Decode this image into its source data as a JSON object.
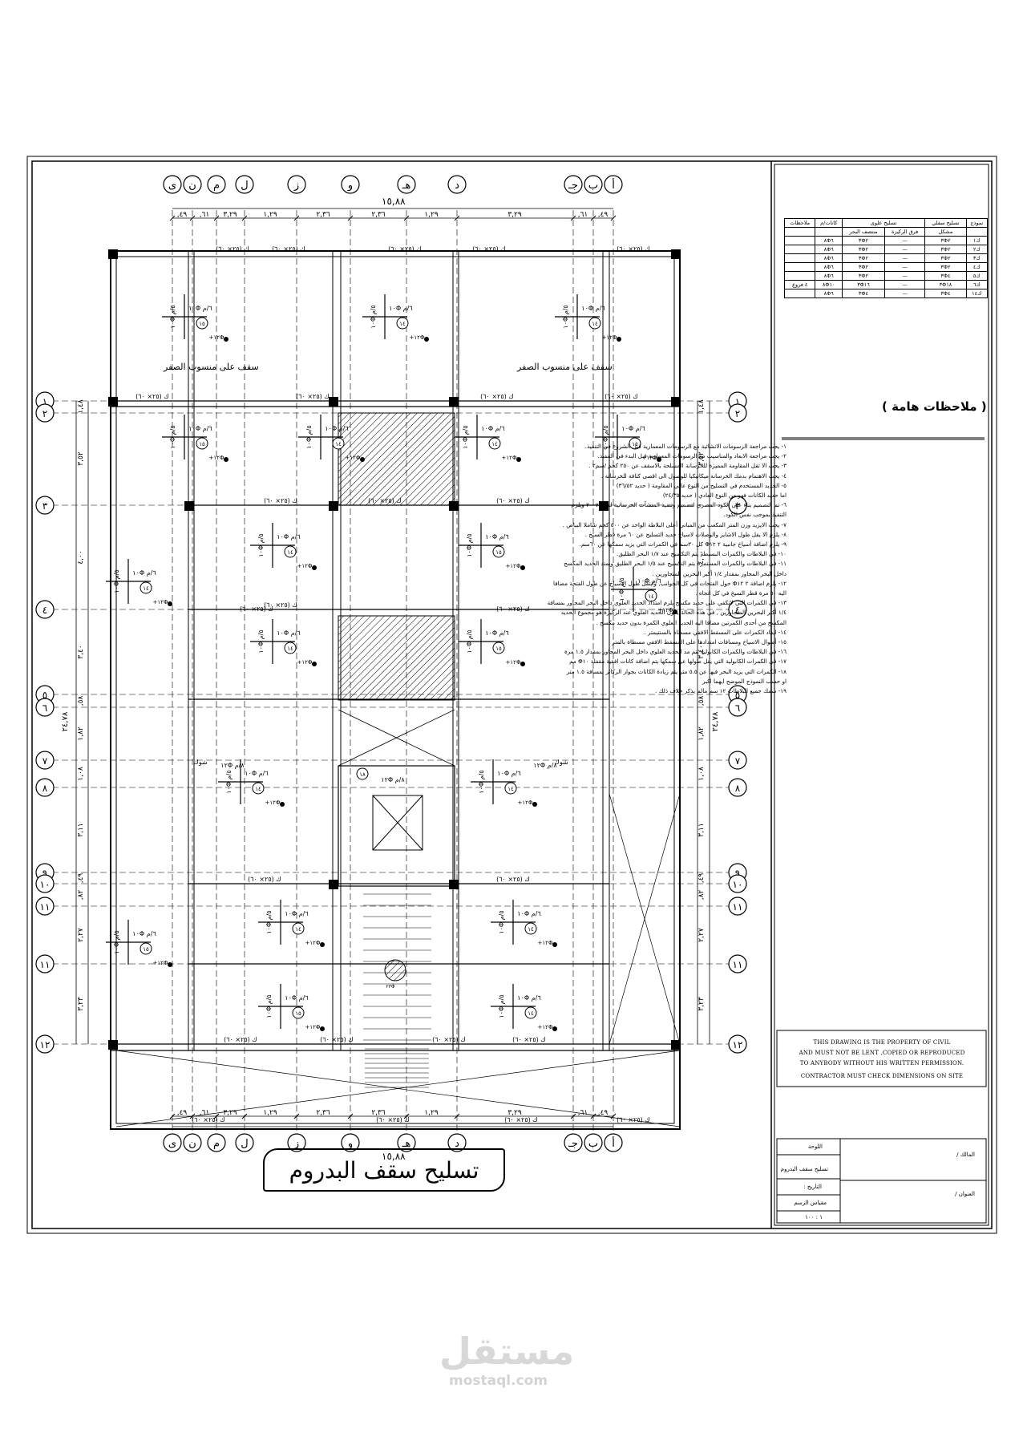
{
  "drawing": {
    "title": "تسليح سقف البدروم",
    "top_grid_letters": [
      "أ",
      "ب",
      "جـ",
      "د",
      "هـ",
      "و",
      "ز",
      "ل",
      "م",
      "ن",
      "ى"
    ],
    "overall_width": "١٥,٨٨",
    "bay_dims": [
      "٤٩,",
      "٦١,",
      "٣,٢٩",
      "١,٢٩",
      "٢,٣٦",
      "٢,٣٦",
      "١,٢٩",
      "٣,٢٩",
      "٦١,",
      "٤٩,"
    ],
    "row_axes": [
      "١",
      "٢",
      "٣",
      "٤",
      "٥",
      "٦",
      "٧",
      "٨",
      "٩",
      "١٠",
      "١١",
      "١١",
      "١٢"
    ],
    "row_dims": [
      "١,٤٨",
      "٣,٥٢",
      "٤,٠٠",
      "٣,٤٠",
      "٥٨,",
      "١,٨٢",
      "١,٠٨",
      "٣,١١",
      "٤٩,",
      "٨٢,",
      "٢,٢٧",
      "٣,٢٣"
    ],
    "overall_height": "٢٤,٧٨",
    "beam_label": "ك (٢٥× ٦٠)",
    "slab_label": "سقف على منسوب الصفر",
    "rebar_main": "٥/م ١٠Φ",
    "rebar_top": "٦/م ١٠Φ",
    "rebar_add": "١٢Φ+",
    "slab_no": "١٤",
    "slab_no_2": "١٥",
    "stair_label": "١٨",
    "stair_rebar": "٨/م ١٢Φ",
    "shok_label": "شوك",
    "extra_label": "٢٣Φ"
  },
  "schedule": {
    "headers": [
      "نموذج",
      "تسليح سفلي",
      "تسليح علوى",
      "ملاحظات"
    ],
    "sub_headers": [
      "مشكل",
      "فرق الركيزة",
      "منتصف البحر",
      "كانات/م"
    ],
    "rows": [
      [
        "ك١",
        "٣Φ٢",
        "—",
        "٣Φ٢",
        "٨Φ٦"
      ],
      [
        "ك٢",
        "٣Φ٢",
        "—",
        "٣Φ٢",
        "٨Φ٦"
      ],
      [
        "ك٣",
        "٣Φ٢",
        "—",
        "٣Φ٢",
        "٨Φ٦"
      ],
      [
        "ك٤",
        "٣Φ٢",
        "—",
        "٣Φ٢",
        "٨Φ٦"
      ],
      [
        "ك٥",
        "٣Φ٤",
        "—",
        "٣Φ٢",
        "٨Φ٦"
      ],
      [
        "ك٦",
        "٣Φ١٨",
        "—",
        "٣Φ١٦",
        "٨Φ١٠"
      ],
      [
        "ك١٤",
        "٣Φ٤",
        "—",
        "٣Φ٤",
        "٨Φ٦"
      ]
    ],
    "remark": "٤ فروع"
  },
  "notes": {
    "title": "( ملاحظات هامة )",
    "items": [
      "١- يجب مراجعة الرسومات الانشائية مع الرسومات المعمارية قبل الشروع في التنفيذ.",
      "٢- يجب مراجعة الابعاد والمناسيب مع الرسومات المعمارية قبل البدء في التنفيذ.",
      "٣- يجب الا تقل المقاومة المميزة للخرسانة المسلحة بالاسقف عن ٢٥٠ كجم /سم٢ .",
      "٤- يجب الاهتمام بدمك الخرسانة ميكانيكيا للوصول الى اقصى كثافة للخرسانة .",
      "٥- الحديد المستخدم في التسليح من النوع عالي المقاومة ( حديد ٣٦/٥٢)",
      "اما حديد الكانات فهو من النوع العادي ( حديد ٢٤/٣٥)",
      "٦- تم التصميم بناء على الكود المصري لتصميم وتنفيذ المنشآت الخرسانية لسنة ٢٠٠٧ ويلزم",
      "التنفيذ بموجب نفس الكود.",
      "٧- يجب الايزيد وزن المتر المكعب من المباني أعلى البلاطة الواحد عن ٥٠٠ كجم شاملا البياض .",
      "٨- يلزم الا يقل طول الاشاير والوصلات لاسياخ حديد التسليح عن ٦٠ مرة قطر السيخ .",
      "٩- يلزم اضافة أسياخ جانبية ٢ Φ١٢ كل ٣٠سم في الكمرات التي يزيد سمكها عن ٦٠سم.",
      "١٠- في البلاطات والكمرات البسيطة يتم التكسيح عند ١/٧ البحر الطليق.",
      "١١- في البلاطات والكمرات المستمرة يتم التكسيح عند ١/٥ البحر الطليق ويمتد الحديد المكسح",
      "داخل البحر المجاور بمقدار ١/٤ أكبر البحرين المتجاورين .",
      "١٢- يلزم اضافة ٢ Φ١٢ حول الفتحات في كل الجوانب, وايتقل طول الاسياخ عن طول الفتحة مضافا",
      "اليه ٥٠ مرة قطر السيخ في كل اتجاه .",
      "١٣- في الكمرات التي لاتكفي على حديد مكسح يلزم امتداد الحديد العلوي داخل البحر المجاور بمسافة",
      "١/٤ أكبر البحرين المتجاورين , في هذه الحالة يكون الحديد العلوي عند الركيزة هو مجموع الحديد",
      "المكسح من أحدى الكمرتين مضافا اليه الحديد العلوي الكمرة بدون حديد مكسح .",
      "١٤- ابعاد الكمرات على المسقط الافقي مسطاة بالسنتيمتر .",
      "١٥- أطوال الاسياخ ومسافات امتدادها على المسقط الافقي مسطاة بالمتر .",
      "١٦- في البلاطات والكمرات الكابولية يتم مد الحديد العلوي داخل البحر المجاور بمقدار ١.٥ مرة",
      "١٧- في الكمرات الكابولية التي يقل طولها عن سمكها يتم اضافة كانات افقية مقفلة Φ١٠ مم",
      "١٨- الكمرات التي يزيد البحر فيها عن ٥.٥ متر يتم زيادة الكانات بجوار الركائز بمسافة ١.٥ متر",
      "او حسب النموذج الموضح ايهما اكبر",
      "١٩- سمك جميع البلاطات ١٢ سم مالم يذكر خلاف ذلك ."
    ]
  },
  "title_block": {
    "copyright": [
      "THIS DRAWING IS THE PROPERTY OF CIVIL",
      "AND MUST NOT BE LENT ,COPIED OR REPRODUCED",
      "TO ANYBODY WITHOUT HIS WRITTEN PERMISSION.",
      "CONTRACTOR MUST CHECK DIMENSIONS ON SITE"
    ],
    "owner_label": "المالك /",
    "address_label": "العنوان /",
    "sheet_label": "اللوحة",
    "sheet_name": "تسليح سقف البدروم",
    "date_label": "التاريخ :",
    "scale_label": "مقياس الرسم",
    "scale_value": "١ : ١٠٠"
  },
  "watermark": {
    "brand": "مستقل",
    "domain": "mostaql.com"
  }
}
